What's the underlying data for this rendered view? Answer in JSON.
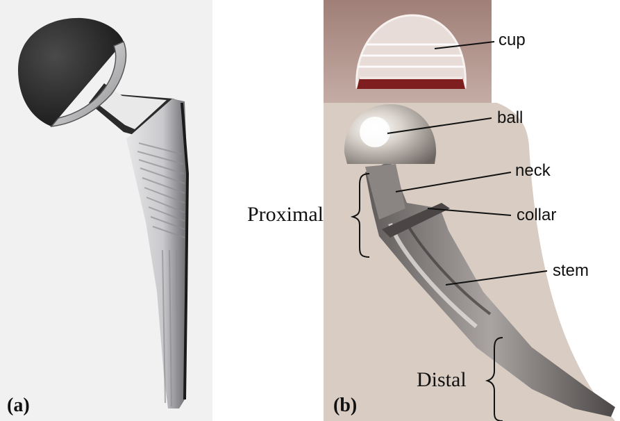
{
  "panel_a": {
    "label": "(a)"
  },
  "panel_b": {
    "label": "(b)",
    "callouts": {
      "cup": "cup",
      "ball": "ball",
      "neck": "neck",
      "collar": "collar",
      "stem": "stem"
    },
    "regions": {
      "proximal": "Proximal",
      "distal": "Distal"
    }
  },
  "colors": {
    "background_a": "#f1f1f1",
    "background_b": "#d8cbc1",
    "cup_backdrop": "#b5968d",
    "metal": "#b9b9bd",
    "dark_head": "#2b2b2b"
  }
}
